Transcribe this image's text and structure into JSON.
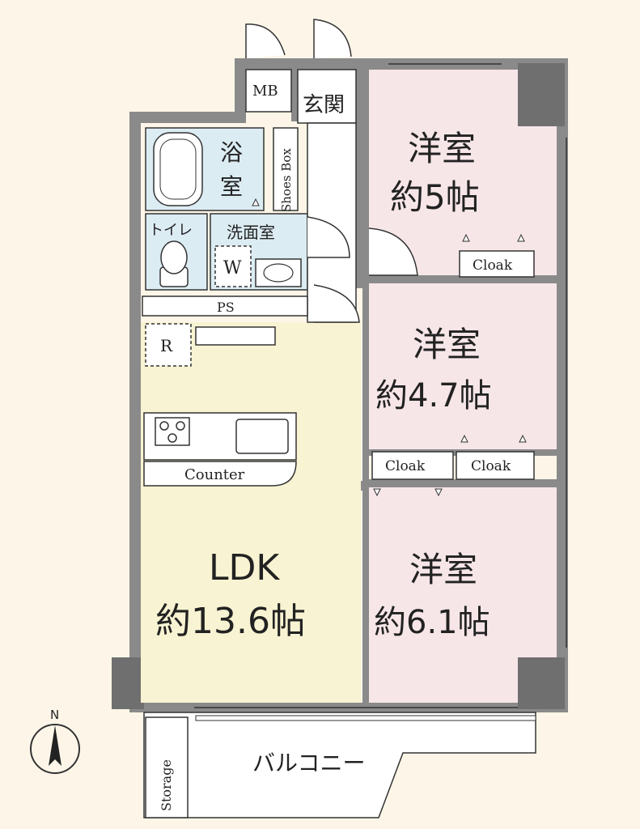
{
  "labels": {
    "mb": "MB",
    "genkan": "玄関",
    "bath_1": "浴",
    "bath_2": "室",
    "shoes_box": "Shoes Box",
    "toilet": "トイレ",
    "washroom": "洗面室",
    "washer": "W",
    "ps": "PS",
    "fridge": "R",
    "counter": "Counter",
    "ldk_1": "LDK",
    "ldk_2": "約13.6帖",
    "room1_1": "洋室",
    "room1_2": "約5帖",
    "room2_1": "洋室",
    "room2_2": "約4.7帖",
    "room3_1": "洋室",
    "room3_2": "約6.1帖",
    "cloak_1": "Cloak",
    "cloak_2": "Cloak",
    "cloak_3": "Cloak",
    "storage": "Storage",
    "balcony": "バルコニー",
    "north": "N"
  },
  "colors": {
    "background": "#fdf6e8",
    "wall": "#8a8a8a",
    "wall_dark": "#6f6f6f",
    "ldk_floor": "#f8f3d2",
    "bedroom_floor": "#f7e6e8",
    "wet_floor": "#dcecf3",
    "storage_floor": "#ffffff",
    "line": "#333333"
  }
}
